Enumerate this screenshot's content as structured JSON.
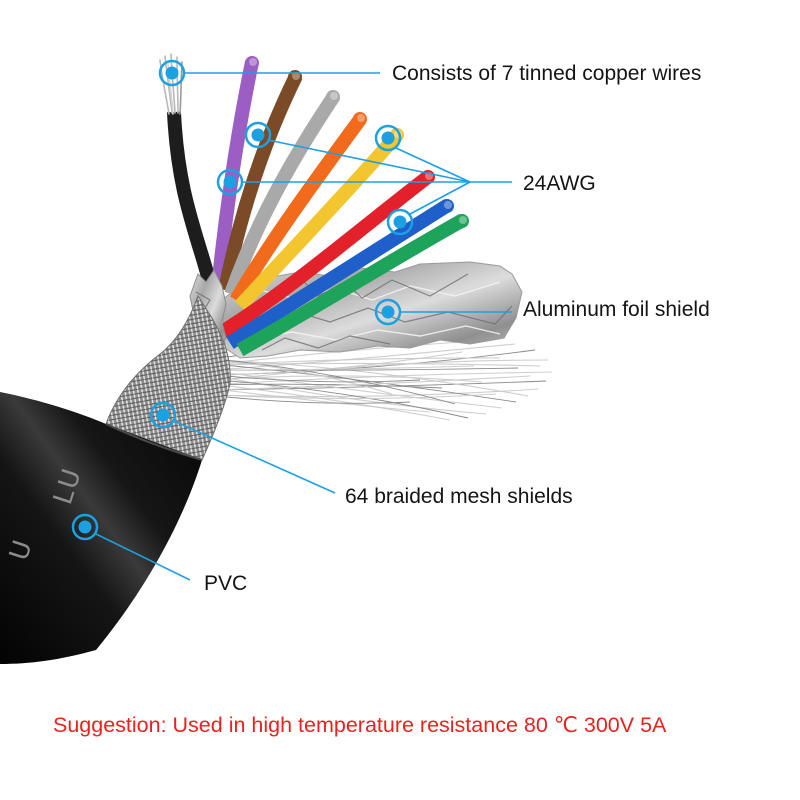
{
  "callouts": {
    "copper": {
      "label": "Consists of 7 tinned copper wires"
    },
    "awg": {
      "label": "24AWG"
    },
    "foil": {
      "label": "Aluminum foil shield"
    },
    "braid": {
      "label": "64 braided mesh shields"
    },
    "pvc": {
      "label": "PVC"
    }
  },
  "suggestion": "Suggestion: Used in high temperature resistance 80 ℃ 300V 5A",
  "cable_print": [
    "U",
    "LU"
  ],
  "colors": {
    "callout": "#1ba1e2",
    "suggestion_text": "#e8231e",
    "label_text": "#141414"
  },
  "wires": [
    {
      "color": "#1d1d1d"
    },
    {
      "color": "#9b5ec2"
    },
    {
      "color": "#7b4a26"
    },
    {
      "color": "#a9a9a9"
    },
    {
      "color": "#f26a1b"
    },
    {
      "color": "#f3c52e"
    },
    {
      "color": "#e3212b"
    },
    {
      "color": "#1f5fc9"
    },
    {
      "color": "#1ea35a"
    }
  ]
}
